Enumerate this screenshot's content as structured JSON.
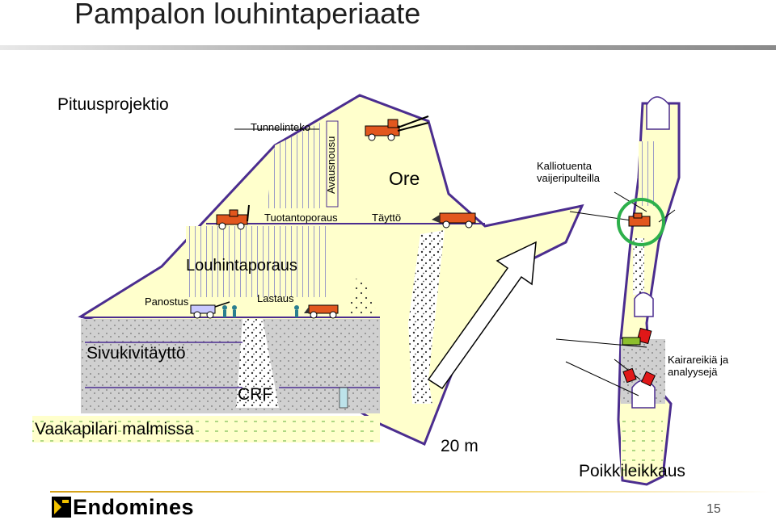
{
  "page": {
    "title": "Pampalon louhintaperiaate",
    "page_number": "15"
  },
  "diagram": {
    "labels": {
      "section_title": "Pituusprojektio",
      "drift": "Tunnelinteko",
      "raise": "Avausnousu",
      "ore": "Ore",
      "rock_support": "Kalliotuenta\nvaijeripulteilla",
      "production_drilling": "Tuotantoporaus",
      "fill": "Täyttö",
      "stoping_drilling": "Louhintaporaus",
      "charging": "Panostus",
      "loading": "Lastaus",
      "waste_fill": "Sivukivitäyttö",
      "crf": "CRF",
      "sill_pillar": "Vaakapilari malmissa",
      "scale": "20 m",
      "cross_section": "Poikkileikkaus",
      "drillholes": "Kairareikiä ja\nanalyysejä"
    },
    "colors": {
      "ore_fill": "#ffffcc",
      "outline": "#4b2d8f",
      "stope_lines": "#9b9bc6",
      "highlight_circle": "#2db04b",
      "machine": "#e2571e",
      "fill_grey": "#bfbfbf",
      "marker_red": "#e01818",
      "marker_green": "#8dbf2d"
    }
  },
  "footer": {
    "brand": "Endomines"
  }
}
